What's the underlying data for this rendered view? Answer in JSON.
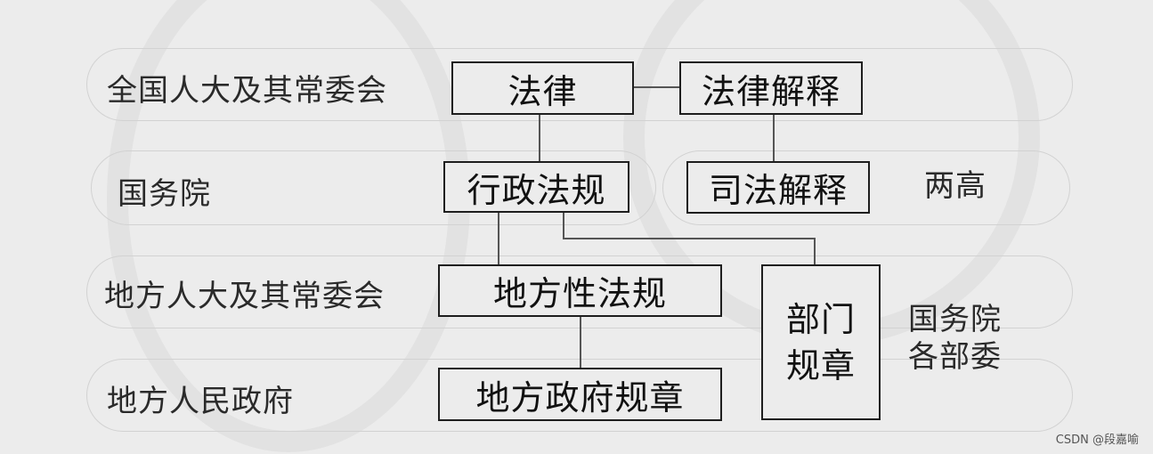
{
  "lanes": [
    {
      "label": "全国人大及其常委会"
    },
    {
      "label": "国务院"
    },
    {
      "label": "地方人大及其常委会"
    },
    {
      "label": "地方人民政府"
    }
  ],
  "side_labels": {
    "liang_gao": "两高",
    "state_council_depts_line1": "国务院",
    "state_council_depts_line2": "各部委"
  },
  "boxes": {
    "law": "法律",
    "law_interpretation": "法律解释",
    "administrative_regulations": "行政法规",
    "judicial_interpretation": "司法解释",
    "local_regulations": "地方性法规",
    "department_rules_line1": "部门",
    "department_rules_line2": "规章",
    "local_government_rules": "地方政府规章"
  },
  "credit": "CSDN @段嘉喻",
  "colors": {
    "background": "#ececec",
    "box_border": "#1e1e1e",
    "connector": "#555555",
    "lane_border": "#d2d2d2"
  }
}
